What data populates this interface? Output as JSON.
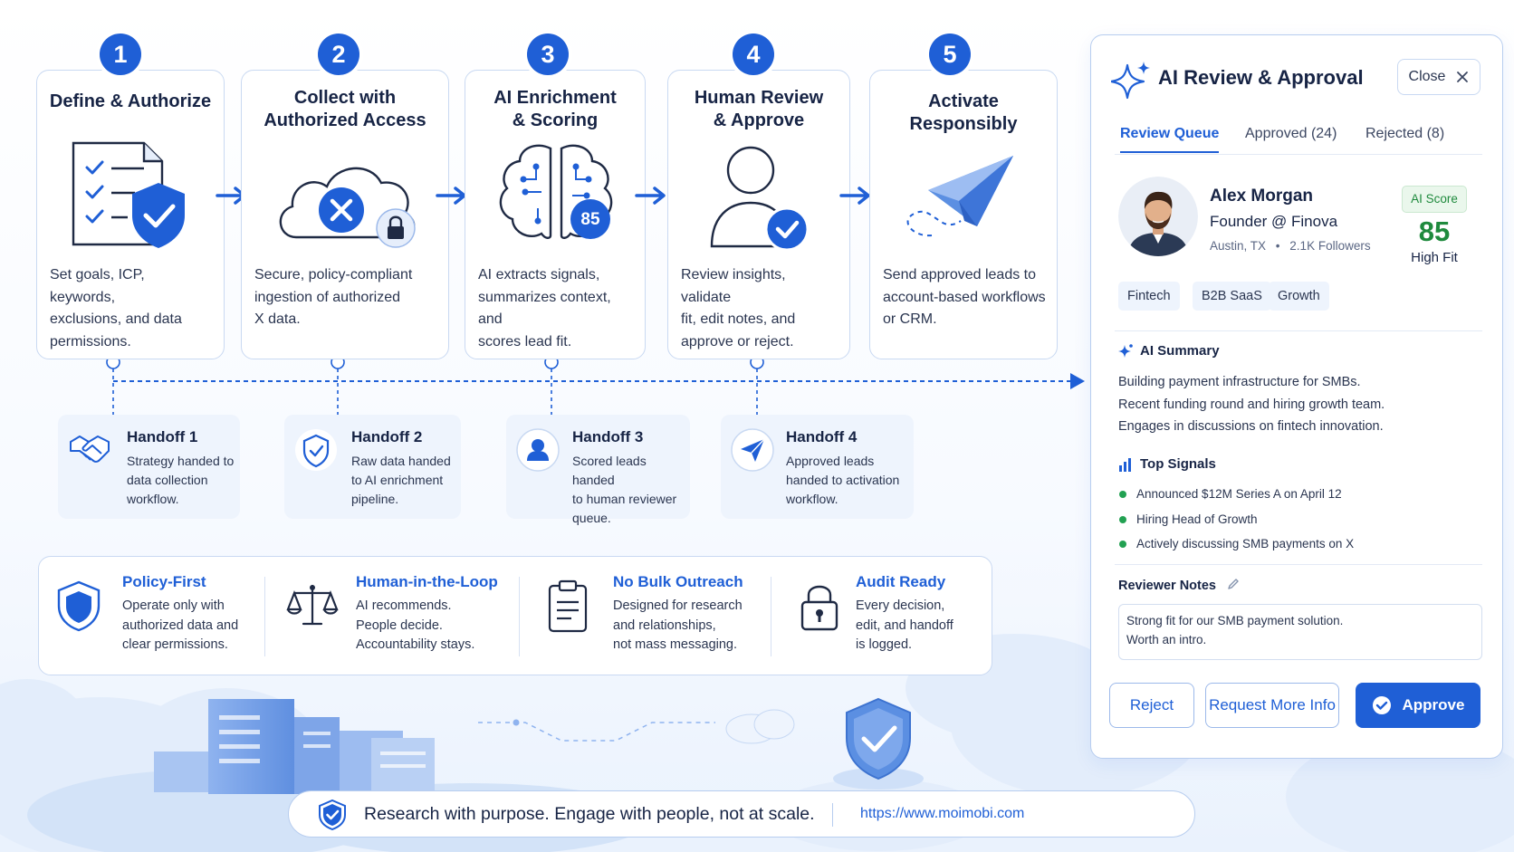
{
  "steps": [
    {
      "num": "1",
      "title_line1": "Define & Authorize",
      "title_line2": "",
      "desc_lines": [
        "Set goals, ICP, keywords,",
        "exclusions, and data",
        "permissions."
      ]
    },
    {
      "num": "2",
      "title_line1": "Collect with",
      "title_line2": "Authorized Access",
      "desc_lines": [
        "Secure, policy-compliant",
        "ingestion of authorized",
        "X data."
      ]
    },
    {
      "num": "3",
      "title_line1": "AI Enrichment",
      "title_line2": "& Scoring",
      "score_badge": "85",
      "desc_lines": [
        "AI extracts signals,",
        "summarizes context, and",
        "scores lead fit."
      ]
    },
    {
      "num": "4",
      "title_line1": "Human Review",
      "title_line2": "& Approve",
      "desc_lines": [
        "Review insights, validate",
        "fit, edit notes, and",
        "approve or reject."
      ]
    },
    {
      "num": "5",
      "title_line1": "Activate Responsibly",
      "title_line2": "",
      "desc_lines": [
        "Send approved leads to",
        "account-based workflows",
        "or CRM."
      ]
    }
  ],
  "handoffs": [
    {
      "title": "Handoff 1",
      "desc_lines": [
        "Strategy handed to",
        "data collection",
        "workflow."
      ]
    },
    {
      "title": "Handoff 2",
      "desc_lines": [
        "Raw data handed",
        "to AI enrichment",
        "pipeline."
      ]
    },
    {
      "title": "Handoff 3",
      "desc_lines": [
        "Scored leads handed",
        "to human reviewer",
        "queue."
      ]
    },
    {
      "title": "Handoff 4",
      "desc_lines": [
        "Approved leads",
        "handed to activation",
        "workflow."
      ]
    }
  ],
  "principles": [
    {
      "title": "Policy-First",
      "desc_lines": [
        "Operate only with",
        "authorized data and",
        "clear permissions."
      ]
    },
    {
      "title": "Human-in-the-Loop",
      "desc_lines": [
        "AI recommends.",
        "People decide.",
        "Accountability stays."
      ]
    },
    {
      "title": "No Bulk Outreach",
      "desc_lines": [
        "Designed for research",
        "and relationships,",
        "not mass messaging."
      ]
    },
    {
      "title": "Audit Ready",
      "desc_lines": [
        "Every decision,",
        "edit, and handoff",
        "is logged."
      ]
    }
  ],
  "footer": {
    "tagline": "Research with purpose. Engage with people, not at scale.",
    "url": "https://www.moimobi.com"
  },
  "panel": {
    "title": "AI Review & Approval",
    "close_label": "Close",
    "tabs": [
      "Review Queue",
      "Approved (24)",
      "Rejected (8)"
    ],
    "profile": {
      "name": "Alex Morgan",
      "role": "Founder @ Finova",
      "location": "Austin, TX",
      "followers": "2.1K Followers",
      "score_label": "AI Score",
      "score": "85",
      "fit": "High Fit",
      "tags": [
        "Fintech",
        "B2B SaaS",
        "Growth"
      ]
    },
    "summary_title": "AI Summary",
    "summary_lines": [
      "Building payment infrastructure for SMBs.",
      "Recent funding round and hiring growth team.",
      "Engages in discussions on fintech innovation."
    ],
    "signals_title": "Top Signals",
    "signals": [
      "Announced $12M Series A on April 12",
      "Hiring Head of Growth",
      "Actively discussing SMB payments on X"
    ],
    "notes_label": "Reviewer Notes",
    "notes_lines": [
      "Strong fit for our SMB payment solution.",
      "Worth an intro."
    ],
    "buttons": {
      "reject": "Reject",
      "request": "Request More Info",
      "approve": "Approve"
    }
  },
  "colors": {
    "primary": "#1f5fd6",
    "success": "#1f8a3d",
    "card_border": "#c9d9f2",
    "tint": "#eef4fd"
  },
  "icons": {
    "step1": "checklist-shield-icon",
    "step2": "cloud-lock-icon",
    "step3": "brain-circuit-icon",
    "step4": "user-check-icon",
    "step5": "paper-plane-icon",
    "handoff1": "handshake-icon",
    "handoff2": "shield-icon",
    "handoff3": "user-icon",
    "handoff4": "send-icon",
    "principle1": "shield-icon",
    "principle2": "scales-icon",
    "principle3": "clipboard-icon",
    "principle4": "padlock-icon"
  }
}
